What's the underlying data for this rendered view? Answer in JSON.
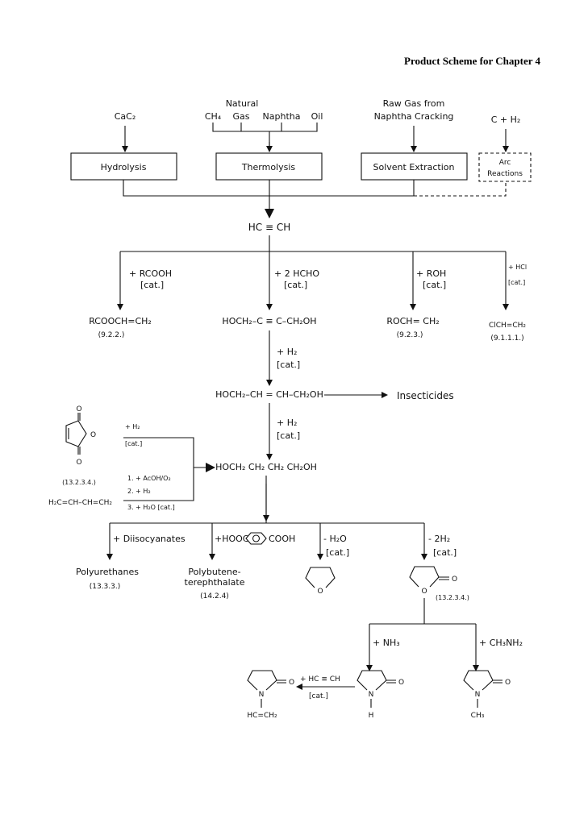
{
  "title": "Product Scheme for Chapter 4",
  "sources": {
    "cac2": "CaC₂",
    "natural": "Natural",
    "ch4": "CH₄",
    "gas": "Gas",
    "naphtha": "Naphtha",
    "oil": "Oil",
    "raw_gas_1": "Raw Gas from",
    "raw_gas_2": "Naphtha Cracking",
    "c_h2": "C + H₂"
  },
  "processes": {
    "hydrolysis": "Hydrolysis",
    "thermolysis": "Thermolysis",
    "solvent_extraction": "Solvent Extraction",
    "arc_1": "Arc",
    "arc_2": "Reactions"
  },
  "acetylene": "HC ≡ CH",
  "branches": {
    "rcooh": "+ RCOOH",
    "hcho": "+ 2 HCHO",
    "roh": "+ ROH",
    "hcl": "+ HCl",
    "cat": "[cat.]"
  },
  "products_row1": {
    "vinyl_ester": "RCOOCH=CH₂",
    "vinyl_ester_ref": "(9.2.2.)",
    "butynediol": "HOCH₂–C ≡ C–CH₂OH",
    "vinyl_ether": "ROCH= CH₂",
    "vinyl_ether_ref": "(9.2.3.)",
    "vinyl_chloride": "ClCH=CH₂",
    "vinyl_chloride_ref": "(9.1.1.1.)"
  },
  "h2_step": "+ H₂",
  "butenediol": "HOCH₂–CH = CH–CH₂OH",
  "insecticides": "Insecticides",
  "maleic": {
    "o_top": "O",
    "o_ring": "O",
    "o_bottom": "O",
    "ref": "(13.2.3.4.)",
    "h2": "+ H₂",
    "cat": "[cat.]"
  },
  "butadiene": {
    "formula": "H₂C=CH–CH=CH₂",
    "step1": "1. + AcOH/O₂",
    "step2": "2. + H₂",
    "step3": "3. + H₂O  [cat.]"
  },
  "butanediol": "HOCH₂ CH₂ CH₂ CH₂OH",
  "bottom_branches": {
    "diisocyanates": "+ Diisocyanates",
    "hooc": "+HOOC",
    "cooh": "COOH",
    "minus_h2o": "- H₂O",
    "minus_2h2": "- 2H₂",
    "cat": "[cat.]"
  },
  "bottom_products": {
    "polyurethanes": "Polyurethanes",
    "polyurethanes_ref": "(13.3.3.)",
    "pbt_1": "Polybutene-",
    "pbt_2": "terephthalate",
    "pbt_ref": "(14.2.4)",
    "thf_o": "O",
    "gbl_o_ring": "O",
    "gbl_o_exo": "O",
    "gbl_ref": "(13.2.3.4.)"
  },
  "lactams": {
    "nh3": "+ NH₃",
    "ch3nh2": "+ CH₃NH₂",
    "hc_ch": "+ HC ≡ CH",
    "cat": "[cat.]",
    "n": "N",
    "h": "H",
    "o": "O",
    "ch3": "CH₃",
    "vinyl": "HC=CH₂"
  }
}
